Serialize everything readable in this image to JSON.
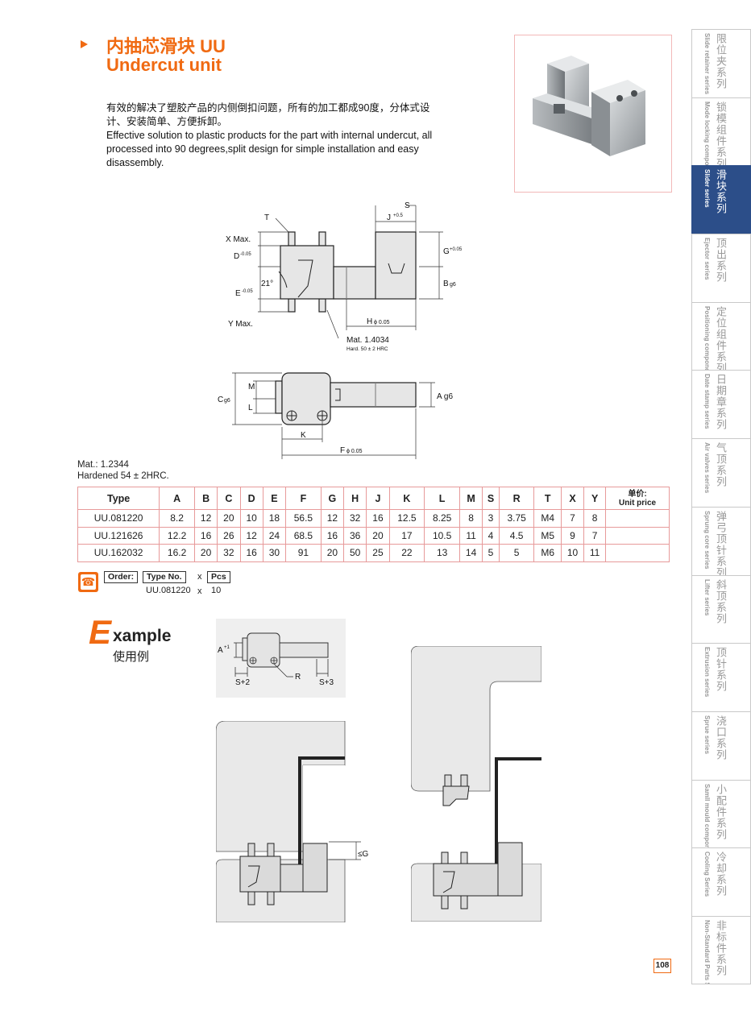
{
  "header": {
    "title_cn": "内抽芯滑块 UU",
    "title_en": "Undercut unit",
    "desc_cn": "有效的解决了塑胶产品的内侧倒扣问题，所有的加工都成90度，分体式设计、安装简单、方便拆卸。",
    "desc_en": "Effective solution to plastic products for the part with internal undercut, all processed into 90 degrees,split design for simple installation and easy disassembly."
  },
  "drawing": {
    "front": {
      "T": "T",
      "S": "S",
      "J": "J",
      "J_tol": "+0.5",
      "Xmax": "X Max.",
      "D": "D",
      "D_tol": "-0.05",
      "E": "E",
      "E_tol": "-0.05",
      "Ymax": "Y Max.",
      "G": "G",
      "G_tol": "+0.05",
      "B": "B",
      "B_tol": "g6",
      "angle": "21°",
      "H": "H",
      "H_tol": "ϕ 0.05",
      "mat": "Mat. 1.4034",
      "hard": "Hard. 50 ± 2 HRC"
    },
    "top": {
      "M": "M",
      "L": "L",
      "C": "C",
      "C_tol": "g6",
      "A": "A g6",
      "K": "K",
      "F": "F",
      "F_tol": "ϕ 0.05"
    }
  },
  "material": {
    "line1": "Mat.: 1.2344",
    "line2": "Hardened 54 ± 2HRC."
  },
  "table": {
    "headers": [
      "Type",
      "A",
      "B",
      "C",
      "D",
      "E",
      "F",
      "G",
      "H",
      "J",
      "K",
      "L",
      "M",
      "S",
      "R",
      "T",
      "X",
      "Y"
    ],
    "price_cn": "单价:",
    "price_en": "Unit price",
    "rows": [
      [
        "UU.081220",
        "8.2",
        "12",
        "20",
        "10",
        "18",
        "56.5",
        "12",
        "32",
        "16",
        "12.5",
        "8.25",
        "8",
        "3",
        "3.75",
        "M4",
        "7",
        "8"
      ],
      [
        "UU.121626",
        "12.2",
        "16",
        "26",
        "12",
        "24",
        "68.5",
        "16",
        "36",
        "20",
        "17",
        "10.5",
        "11",
        "4",
        "4.5",
        "M5",
        "9",
        "7"
      ],
      [
        "UU.162032",
        "16.2",
        "20",
        "32",
        "16",
        "30",
        "91",
        "20",
        "50",
        "25",
        "22",
        "13",
        "14",
        "5",
        "5",
        "M6",
        "10",
        "11"
      ]
    ]
  },
  "order": {
    "label": "Order:",
    "type_no": "Type No.",
    "x": "x",
    "pcs": "Pcs",
    "example_type": "UU.081220",
    "example_x": "x",
    "example_qty": "10"
  },
  "example": {
    "E": "E",
    "rest": "xample",
    "cn": "使用例",
    "A": "A",
    "A_tol": "+1",
    "S2": "S+2",
    "R": "R",
    "S3": "S+3",
    "G": "≤G"
  },
  "sidebar": [
    {
      "cn": "限位夹系列",
      "en": "Slide retainer series",
      "active": false
    },
    {
      "cn": "锁模组件系列",
      "en": "Mode locking component series",
      "active": false
    },
    {
      "cn": "滑块系列",
      "en": "Slider series",
      "active": true
    },
    {
      "cn": "顶出系列",
      "en": "Ejector series",
      "active": false
    },
    {
      "cn": "定位组件系列",
      "en": "Positioning components series",
      "active": false
    },
    {
      "cn": "日期章系列",
      "en": "Date stamp series",
      "active": false
    },
    {
      "cn": "气顶系列",
      "en": "Air valves series",
      "active": false
    },
    {
      "cn": "弹弓顶针系列",
      "en": "Sprung core series",
      "active": false
    },
    {
      "cn": "斜顶系列",
      "en": "Lifter series",
      "active": false
    },
    {
      "cn": "顶针系列",
      "en": "Extrusion series",
      "active": false
    },
    {
      "cn": "浇口系列",
      "en": "Sprue series",
      "active": false
    },
    {
      "cn": "小配件系列",
      "en": "Samll mould components series",
      "active": false
    },
    {
      "cn": "冷却系列",
      "en": "Cooling Series",
      "active": false
    },
    {
      "cn": "非标件系列",
      "en": "Non-Standard Parts Series",
      "active": false
    }
  ],
  "page_number": "108",
  "colors": {
    "accent": "#f06a12",
    "sidebar_active": "#2c4e89",
    "table_border": "#e79a9a"
  }
}
